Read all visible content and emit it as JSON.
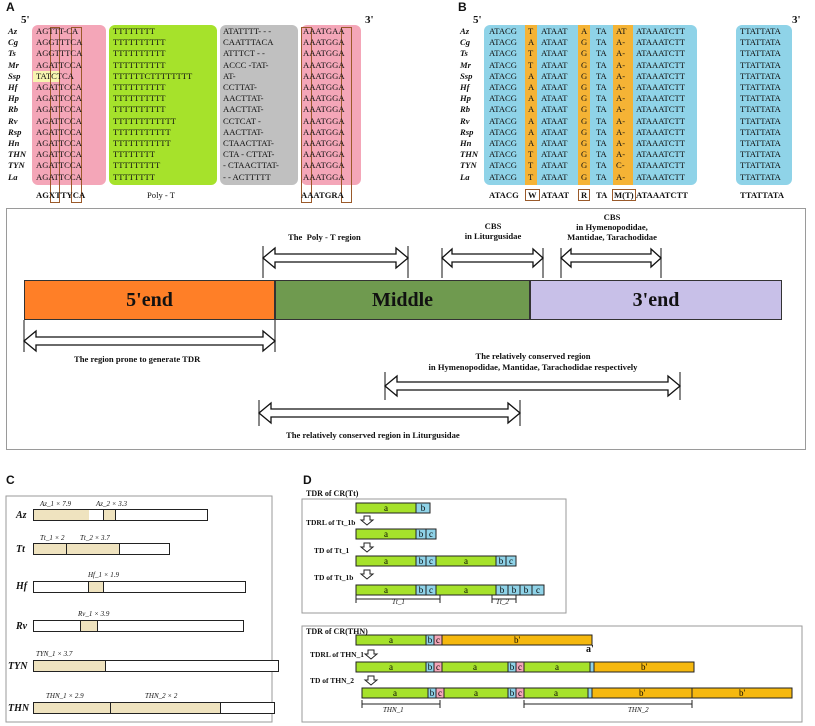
{
  "panelA": {
    "letter": "A",
    "five_prime": "5'",
    "three_prime": "3'",
    "species": [
      "Az",
      "Cg",
      "Ts",
      "Mr",
      "Ssp",
      "Hf",
      "Hp",
      "Rb",
      "Rv",
      "Rsp",
      "Hn",
      "THN",
      "TYN",
      "La"
    ],
    "col1": [
      "AGTTT-CA",
      "AGGTTTCA",
      "AGGTTTCA",
      "AGATTCCA",
      "TATCTCA",
      "AGATTCCA",
      "AGATTCCA",
      "AGATTCCA",
      "AGATTCCA",
      "AGATTCCA",
      "AGATTCCA",
      "AGATTCCA",
      "AGATTCCA",
      "AGATTCCA"
    ],
    "col2": [
      "TTTTTTTT",
      "TTTTTTTTTT",
      "TTTTTTTTTT",
      "TTTTTTTTTT",
      "TTTTTTCTTTTTTTT",
      "TTTTTTTTTT",
      "TTTTTTTTTT",
      "TTTTTTTTTT",
      "TTTTTTTTTTTT",
      "TTTTTTTTTTT",
      "TTTTTTTTTTT",
      "TTTTTTTT",
      "TTTTTTTTT",
      "TTTTTTTT"
    ],
    "col3": [
      "ATATTTT- - -",
      "CAATTTACA",
      "ATTTCT - -",
      "ACCC -TAT-",
      "AT-",
      "CCTTAT-",
      "AACTTAT-",
      "AACTTAT-",
      "CCTCAT -",
      "AACTTAT-",
      "CTAACTTAT-",
      "CTA - CTTAT-",
      "- CTAACTTAT-",
      "- - ACTTTTT"
    ],
    "col4": [
      "AAATGAA",
      "AAATGGA",
      "AAATGGA",
      "AAATGGA",
      "AAATGGA",
      "AAATGGA",
      "AAATGGA",
      "AAATGGA",
      "AAATGGA",
      "AAATGGA",
      "AAATGGA",
      "AAATGGA",
      "AAATGGA",
      "AAATGGA"
    ],
    "consensus1": "AGXTTYCA",
    "consensus_mid": "Poly - T",
    "consensus4": "AAATGRA",
    "colors": {
      "pink": "#f4a6b8",
      "green": "#a6e22b",
      "gray": "#c0c0c0",
      "yellow": "#f7f5b0"
    }
  },
  "panelB": {
    "letter": "B",
    "five_prime": "5'",
    "three_prime": "3'",
    "species": [
      "Az",
      "Cg",
      "Ts",
      "Mr",
      "Ssp",
      "Hf",
      "Hp",
      "Rb",
      "Rv",
      "Rsp",
      "Hn",
      "THN",
      "TYN",
      "La"
    ],
    "c1": [
      "ATACG",
      "ATACG",
      "ATACG",
      "ATACG",
      "ATACG",
      "ATACG",
      "ATACG",
      "ATACG",
      "ATACG",
      "ATACG",
      "ATACG",
      "ATACG",
      "ATACG",
      "ATACG"
    ],
    "c2": [
      "T",
      "A",
      "T",
      "T",
      "A",
      "A",
      "A",
      "A",
      "A",
      "A",
      "A",
      "T",
      "T",
      "T"
    ],
    "c3": [
      "ATAAT",
      "ATAAT",
      "ATAAT",
      "ATAAT",
      "ATAAT",
      "ATAAT",
      "ATAAT",
      "ATAAT",
      "ATAAT",
      "ATAAT",
      "ATAAT",
      "ATAAT",
      "ATAAT",
      "ATAAT"
    ],
    "c4": [
      "A",
      "G",
      "G",
      "G",
      "G",
      "G",
      "G",
      "G",
      "G",
      "G",
      "G",
      "G",
      "G",
      "G"
    ],
    "c5": [
      "TA",
      "TA",
      "TA",
      "TA",
      "TA",
      "TA",
      "TA",
      "TA",
      "TA",
      "TA",
      "TA",
      "TA",
      "TA",
      "TA"
    ],
    "c6": [
      "AT",
      "A-",
      "A-",
      "A-",
      "A-",
      "A-",
      "A-",
      "A-",
      "A-",
      "A-",
      "A-",
      "A-",
      "C-",
      "A-"
    ],
    "c7": [
      "ATAAATCTT",
      "ATAAATCTT",
      "ATAAATCTT",
      "ATAAATCTT",
      "ATAAATCTT",
      "ATAAATCTT",
      "ATAAATCTT",
      "ATAAATCTT",
      "ATAAATCTT",
      "ATAAATCTT",
      "ATAAATCTT",
      "ATAAATCTT",
      "ATAAATCTT",
      "ATAAATCTT"
    ],
    "c8": [
      "TTATTATA",
      "TTATTATA",
      "TTATTATA",
      "TTATTATA",
      "TTATTATA",
      "TTATTATA",
      "TTATTATA",
      "TTATTATA",
      "TTATTATA",
      "TTATTATA",
      "TTATTATA",
      "TTATTATA",
      "TTATTATA",
      "TTATTATA"
    ],
    "consensus": {
      "c1": "ATACG",
      "c2": "W",
      "c3": "ATAAT",
      "c4": "R",
      "c5": "TA",
      "c6": "M(T)",
      "c7": "ATAAATCTT",
      "c8": "TTATTATA"
    },
    "colors": {
      "blue": "#8fd3e8",
      "orange": "#f5b335"
    }
  },
  "overview": {
    "poly_t_label": "The  Poly - T region",
    "cbs_lit_label": "CBS\nin Liturgusidae",
    "cbs_hym_label": "CBS\nin Hymenopodidae,\nMantidae, Tarachodidae",
    "five_end": "5'end",
    "middle": "Middle",
    "three_end": "3'end",
    "tdr_label": "The region prone to generate TDR",
    "hym_label": "The relatively conserved region\nin Hymenopodidae, Mantidae, Tarachodidae respectively",
    "lit_label": "The relatively conserved region  in Liturgusidae",
    "colors": {
      "five": "#ff7f27",
      "middle": "#6f9a4f",
      "three": "#c8c0e8"
    }
  },
  "panelC": {
    "letter": "C",
    "rows": [
      {
        "name": "Az",
        "labels": [
          "Az_1 × 7.9",
          "Az_2 × 3.3"
        ]
      },
      {
        "name": "Tt",
        "labels": [
          "Tt_1 × 2",
          "Tt_2 × 3.7"
        ]
      },
      {
        "name": "Hf",
        "labels": [
          "Hf_1 × 1.9"
        ]
      },
      {
        "name": "Rv",
        "labels": [
          "Rv_1 × 3.9"
        ]
      },
      {
        "name": "TYN",
        "labels": [
          "TYN_1 × 3.7"
        ]
      },
      {
        "name": "THN",
        "labels": [
          "THN_1 × 2.9",
          "THN_2 × 2"
        ]
      }
    ],
    "colors": {
      "fill": "#efe3bf"
    }
  },
  "panelD": {
    "letter": "D",
    "tt_title": "TDR of CR(Tt)",
    "tt_rows": [
      "",
      "TDRL of Tt_1b",
      "TD of Tt_1",
      "TD of Tt_1b"
    ],
    "tt_brackets": [
      "Tt_1",
      "Tt_2"
    ],
    "thn_title": "TDR of CR(THN)",
    "thn_rows": [
      "",
      "TDRL of THN_1",
      "TD of THN_2"
    ],
    "thn_brackets": [
      "THN_1",
      "THN_2"
    ],
    "a_prime": "a'",
    "colors": {
      "green": "#a6e22b",
      "blue": "#8fd3e8",
      "pink": "#f4a6b8",
      "orange": "#f5b80f"
    }
  }
}
